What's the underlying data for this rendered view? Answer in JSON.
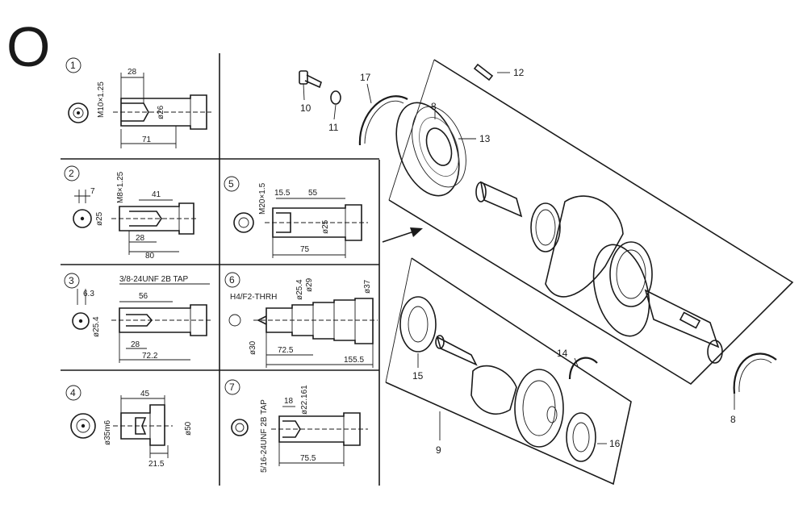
{
  "sheet_letter": "O",
  "shaft_types": [
    {
      "num": "1",
      "dims": [
        "M10×1.25",
        "28",
        "ø26",
        "71"
      ]
    },
    {
      "num": "2",
      "dims": [
        "7",
        "M8×1.25",
        "41",
        "ø25",
        "28",
        "80"
      ]
    },
    {
      "num": "3",
      "thread": "3/8-24UNF 2B TAP",
      "dims": [
        "6.3",
        "56",
        "ø25.4",
        "28",
        "72.2"
      ]
    },
    {
      "num": "4",
      "dims": [
        "45",
        "ø35m6",
        "ø50",
        "21.5"
      ]
    },
    {
      "num": "5",
      "dims": [
        "M20×1.5",
        "15.5",
        "55",
        "ø25",
        "75"
      ]
    },
    {
      "num": "6",
      "thread": "H4/F2-THRH",
      "dims": [
        "ø25.4",
        "ø29",
        "ø37",
        "ø30",
        "72.5",
        "155.5"
      ]
    },
    {
      "num": "7",
      "thread": "5/16-24UNF 2B TAP",
      "dims": [
        "18",
        "ø22.161",
        "75.5"
      ]
    }
  ],
  "callouts": [
    "17",
    "12",
    "10",
    "11",
    "8",
    "13",
    "14",
    "15",
    "16",
    "9",
    "8"
  ]
}
